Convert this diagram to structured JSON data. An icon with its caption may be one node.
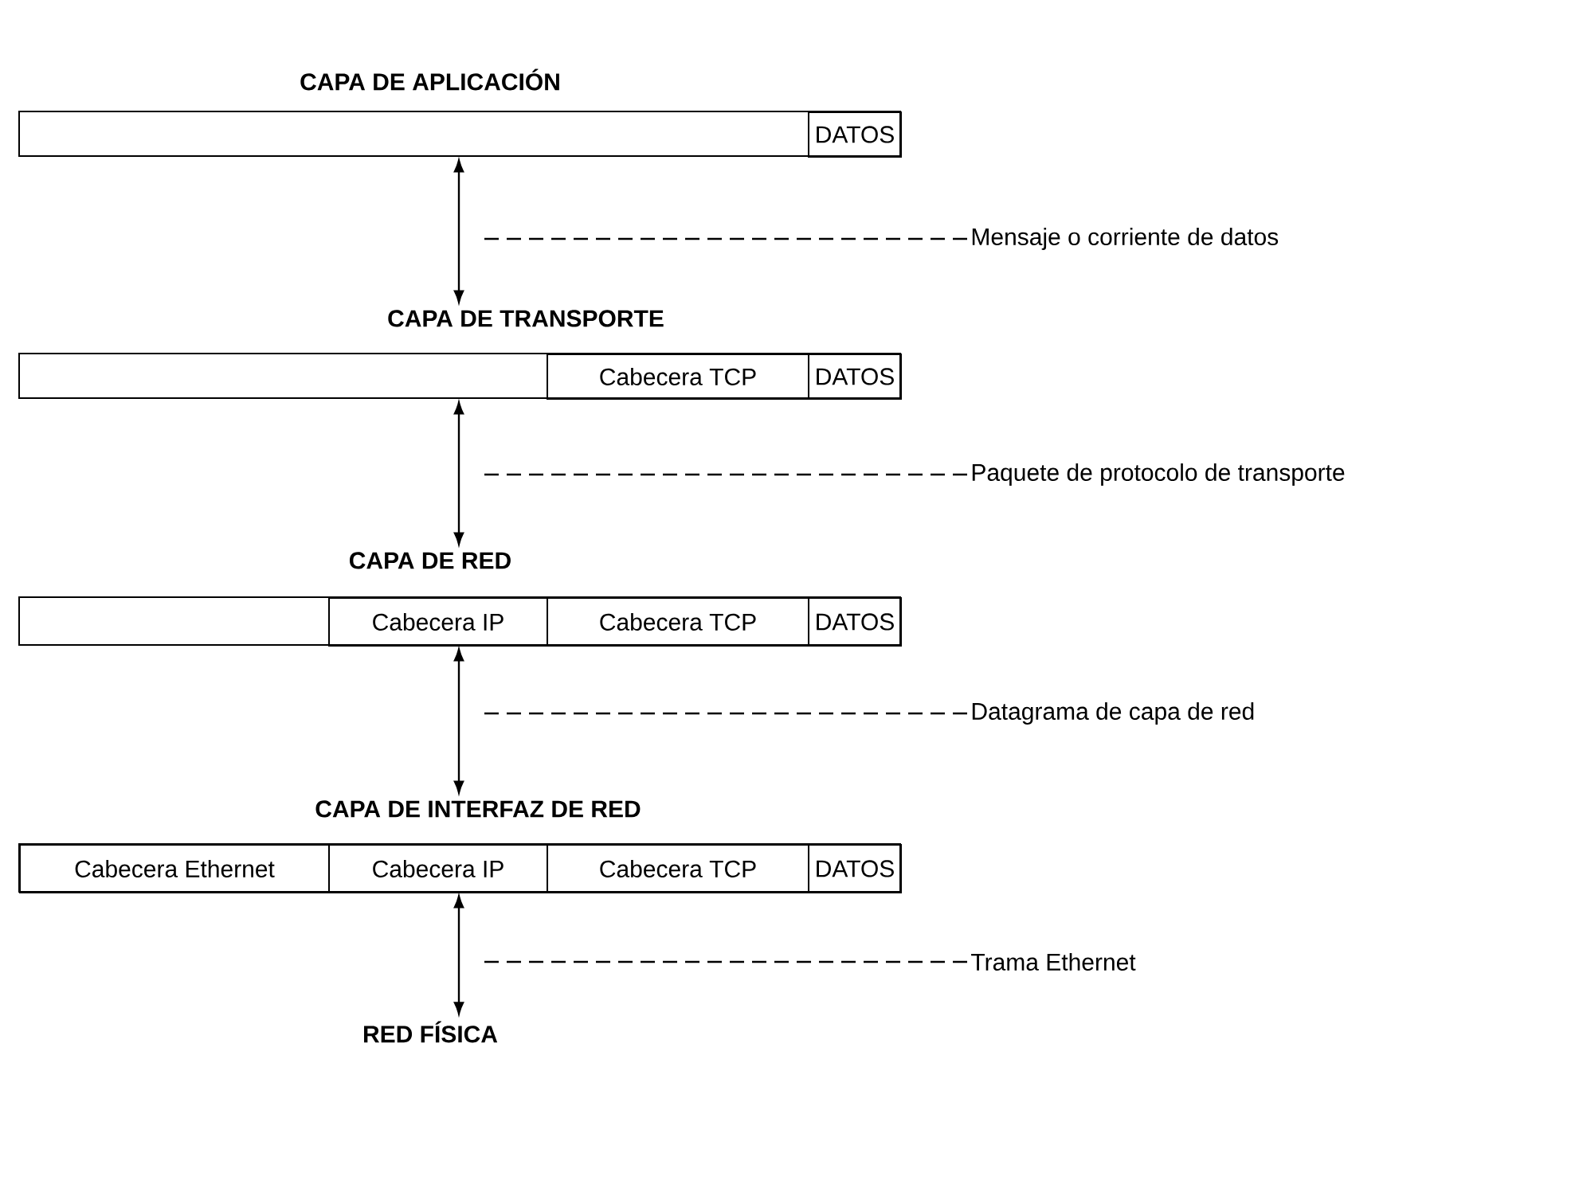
{
  "diagram": {
    "nodes": [
      {
        "text": [
          "CAPA DE APLICACIÓN"
        ]
      },
      {
        "text": [
          "DATOS"
        ],
        "in": 0
      },
      {
        "text": [
          "Mensaje o corriente de datos"
        ]
      },
      {
        "text": [
          "CAPA DE TRANSPORTE"
        ]
      },
      {
        "text": [
          "Cabecera TCP"
        ],
        "in": 3
      },
      {
        "text": [
          "DATOS"
        ],
        "in": 3
      },
      {
        "text": [
          "Paquete de protocolo de transporte"
        ]
      },
      {
        "text": [
          "CAPA DE RED"
        ]
      },
      {
        "text": [
          "Cabecera IP"
        ],
        "in": 7
      },
      {
        "text": [
          "Cabecera TCP"
        ],
        "in": 7
      },
      {
        "text": [
          "DATOS"
        ],
        "in": 7
      },
      {
        "text": [
          "Datagrama de capa de red"
        ]
      },
      {
        "text": [
          "CAPA DE INTERFAZ DE RED"
        ]
      },
      {
        "text": [
          "Cabecera Ethernet"
        ],
        "in": 12
      },
      {
        "text": [
          "Cabecera IP"
        ],
        "in": 12
      },
      {
        "text": [
          "Cabecera TCP"
        ],
        "in": 12
      },
      {
        "text": [
          "DATOS"
        ],
        "in": 12
      },
      {
        "text": [
          "Trama Ethernet"
        ]
      },
      {
        "text": [
          "RED FÍSICA"
        ]
      }
    ],
    "edges": [
      {
        "from": 0,
        "to": 3,
        "arrow": "both"
      },
      {
        "from": 2,
        "to": null,
        "arrow": "none",
        "style": "dashed"
      },
      {
        "from": 3,
        "to": 7,
        "arrow": "both"
      },
      {
        "from": 6,
        "to": null,
        "arrow": "none",
        "style": "dashed"
      },
      {
        "from": 7,
        "to": 12,
        "arrow": "both"
      },
      {
        "from": 11,
        "to": null,
        "arrow": "none",
        "style": "dashed"
      },
      {
        "from": 12,
        "to": 18,
        "arrow": "both"
      },
      {
        "from": 17,
        "to": null,
        "arrow": "none",
        "style": "dashed"
      }
    ]
  }
}
